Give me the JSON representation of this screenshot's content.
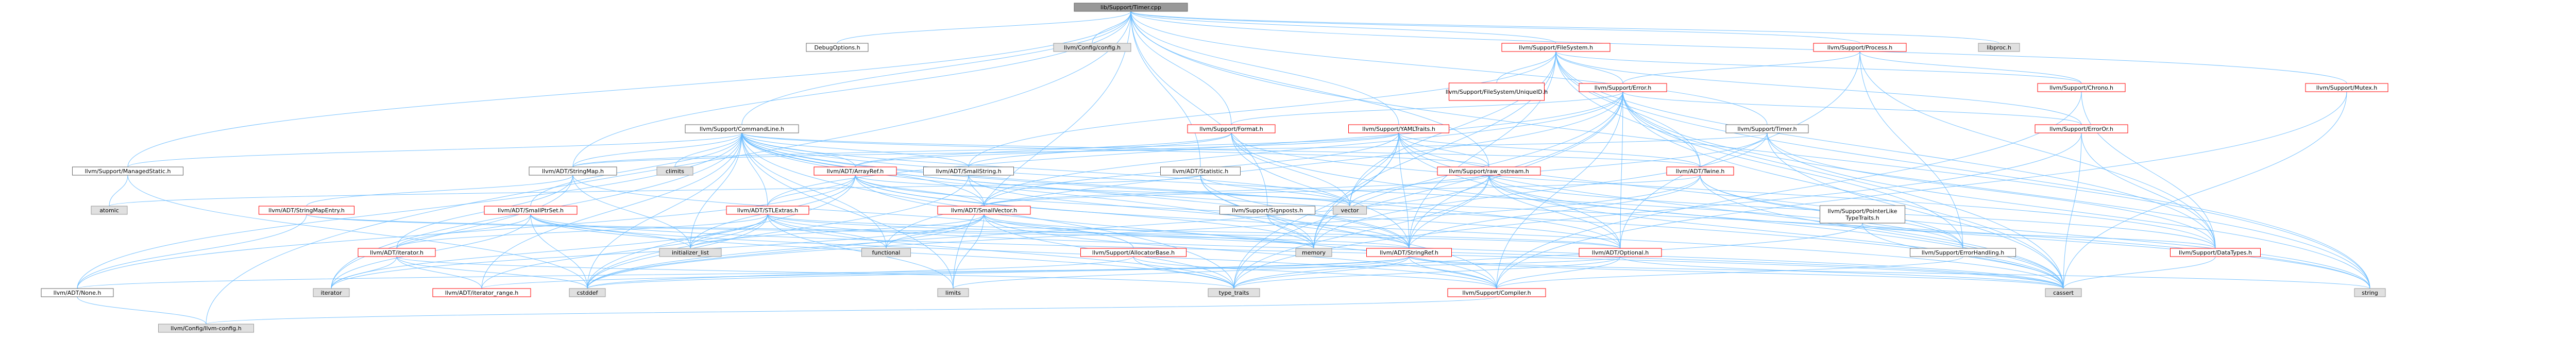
{
  "colors": {
    "background": "#ffffff",
    "edge": "#63b8ff",
    "root_fill": "#999999",
    "root_border": "#666666",
    "local_fill": "#ffffff",
    "local_border": "#ff0000",
    "doc_fill": "#ffffff",
    "doc_border": "#666666",
    "system_fill": "#e0e0e0",
    "system_border": "#999999",
    "text": "#000000"
  },
  "nodes": [
    {
      "id": "root",
      "label": "lib/Support/Timer.cpp",
      "style": "root"
    },
    {
      "id": "debugoptions",
      "label": "DebugOptions.h",
      "style": "doc"
    },
    {
      "id": "configcfg",
      "label": "llvm/Config/config.h",
      "style": "system"
    },
    {
      "id": "filesystem",
      "label": "llvm/Support/FileSystem.h",
      "style": "local"
    },
    {
      "id": "process",
      "label": "llvm/Support/Process.h",
      "style": "local"
    },
    {
      "id": "libproc",
      "label": "libproc.h",
      "style": "system"
    },
    {
      "id": "fsuniqueid",
      "label": "llvm/Support/FileSystem/UniqueID.h",
      "style": "local"
    },
    {
      "id": "error",
      "label": "llvm/Support/Error.h",
      "style": "local"
    },
    {
      "id": "chrono",
      "label": "llvm/Support/Chrono.h",
      "style": "local"
    },
    {
      "id": "mutex",
      "label": "llvm/Support/Mutex.h",
      "style": "local"
    },
    {
      "id": "commandline",
      "label": "llvm/Support/CommandLine.h",
      "style": "doc"
    },
    {
      "id": "format",
      "label": "llvm/Support/Format.h",
      "style": "local"
    },
    {
      "id": "yamltraits",
      "label": "llvm/Support/YAMLTraits.h",
      "style": "local"
    },
    {
      "id": "timerh",
      "label": "llvm/Support/Timer.h",
      "style": "doc"
    },
    {
      "id": "erroror",
      "label": "llvm/Support/ErrorOr.h",
      "style": "local"
    },
    {
      "id": "managedstatic",
      "label": "llvm/Support/ManagedStatic.h",
      "style": "doc"
    },
    {
      "id": "stringmap",
      "label": "llvm/ADT/StringMap.h",
      "style": "doc"
    },
    {
      "id": "climits",
      "label": "climits",
      "style": "system"
    },
    {
      "id": "arrayref",
      "label": "llvm/ADT/ArrayRef.h",
      "style": "local"
    },
    {
      "id": "smallstring",
      "label": "llvm/ADT/SmallString.h",
      "style": "doc"
    },
    {
      "id": "statistic",
      "label": "llvm/ADT/Statistic.h",
      "style": "doc"
    },
    {
      "id": "rawostream",
      "label": "llvm/Support/raw_ostream.h",
      "style": "local"
    },
    {
      "id": "twine",
      "label": "llvm/ADT/Twine.h",
      "style": "local"
    },
    {
      "id": "atomic",
      "label": "atomic",
      "style": "system"
    },
    {
      "id": "stringmapentry",
      "label": "llvm/ADT/StringMapEntry.h",
      "style": "local"
    },
    {
      "id": "smallptrset",
      "label": "llvm/ADT/SmallPtrSet.h",
      "style": "local"
    },
    {
      "id": "stlextras",
      "label": "llvm/ADT/STLExtras.h",
      "style": "local"
    },
    {
      "id": "smallvector",
      "label": "llvm/ADT/SmallVector.h",
      "style": "local"
    },
    {
      "id": "vector",
      "label": "vector",
      "style": "system"
    },
    {
      "id": "signposts",
      "label": "llvm/Support/Signposts.h",
      "style": "doc"
    },
    {
      "id": "pointerlike",
      "label": "llvm/Support/PointerLike\nTypeTraits.h",
      "style": "doc"
    },
    {
      "id": "datatypes",
      "label": "llvm/Support/DataTypes.h",
      "style": "local"
    },
    {
      "id": "iterator",
      "label": "llvm/ADT/iterator.h",
      "style": "local"
    },
    {
      "id": "initlist",
      "label": "initializer_list",
      "style": "system"
    },
    {
      "id": "functional",
      "label": "functional",
      "style": "system"
    },
    {
      "id": "allocatorbase",
      "label": "llvm/Support/AllocatorBase.h",
      "style": "local"
    },
    {
      "id": "memory",
      "label": "memory",
      "style": "system"
    },
    {
      "id": "stringref",
      "label": "llvm/ADT/StringRef.h",
      "style": "local"
    },
    {
      "id": "optional",
      "label": "llvm/ADT/Optional.h",
      "style": "local"
    },
    {
      "id": "errorhandling",
      "label": "llvm/Support/ErrorHandling.h",
      "style": "doc"
    },
    {
      "id": "none",
      "label": "llvm/ADT/None.h",
      "style": "doc"
    },
    {
      "id": "iterbase",
      "label": "iterator",
      "style": "system"
    },
    {
      "id": "iterrange",
      "label": "llvm/ADT/iterator_range.h",
      "style": "local"
    },
    {
      "id": "cstddef",
      "label": "cstddef",
      "style": "system"
    },
    {
      "id": "limits",
      "label": "limits",
      "style": "system"
    },
    {
      "id": "typetraits",
      "label": "type_traits",
      "style": "system"
    },
    {
      "id": "compiler",
      "label": "llvm/Support/Compiler.h",
      "style": "local"
    },
    {
      "id": "cassert",
      "label": "cassert",
      "style": "system"
    },
    {
      "id": "string",
      "label": "string",
      "style": "system"
    },
    {
      "id": "llvmconfig",
      "label": "llvm/Config/llvm-config.h",
      "style": "system"
    }
  ]
}
